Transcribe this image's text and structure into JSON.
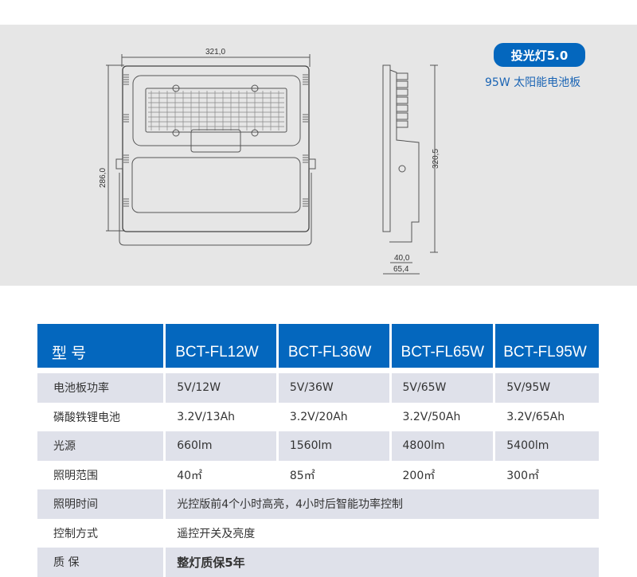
{
  "drawing": {
    "width_dim": "321,0",
    "height_dim": "286,0",
    "side_height_dim": "320,5",
    "depth_dim_1": "40,0",
    "depth_dim_2": "65,4"
  },
  "badge": "投光灯5.0",
  "subtitle": "95W 太阳能电池板",
  "table": {
    "header": [
      "型 号",
      "BCT-FL12W",
      "BCT-FL36W",
      "BCT-FL65W",
      "BCT-FL95W"
    ],
    "rows": [
      {
        "label": "电池板功率",
        "values": [
          "5V/12W",
          "5V/36W",
          "5V/65W",
          "5V/95W"
        ]
      },
      {
        "label": "磷酸铁锂电池",
        "values": [
          "3.2V/13Ah",
          "3.2V/20Ah",
          "3.2V/50Ah",
          "3.2V/65Ah"
        ]
      },
      {
        "label": "光源",
        "values": [
          "660lm",
          "1560lm",
          "4800lm",
          "5400lm"
        ]
      },
      {
        "label": "照明范围",
        "values": [
          "40㎡",
          "85㎡",
          "200㎡",
          "300㎡"
        ]
      },
      {
        "label": "照明时间",
        "value": "光控版前4个小时高亮，4小时后智能功率控制"
      },
      {
        "label": "控制方式",
        "value": "遥控开关及亮度"
      },
      {
        "label": "质 保",
        "value": "整灯质保5年"
      }
    ]
  }
}
